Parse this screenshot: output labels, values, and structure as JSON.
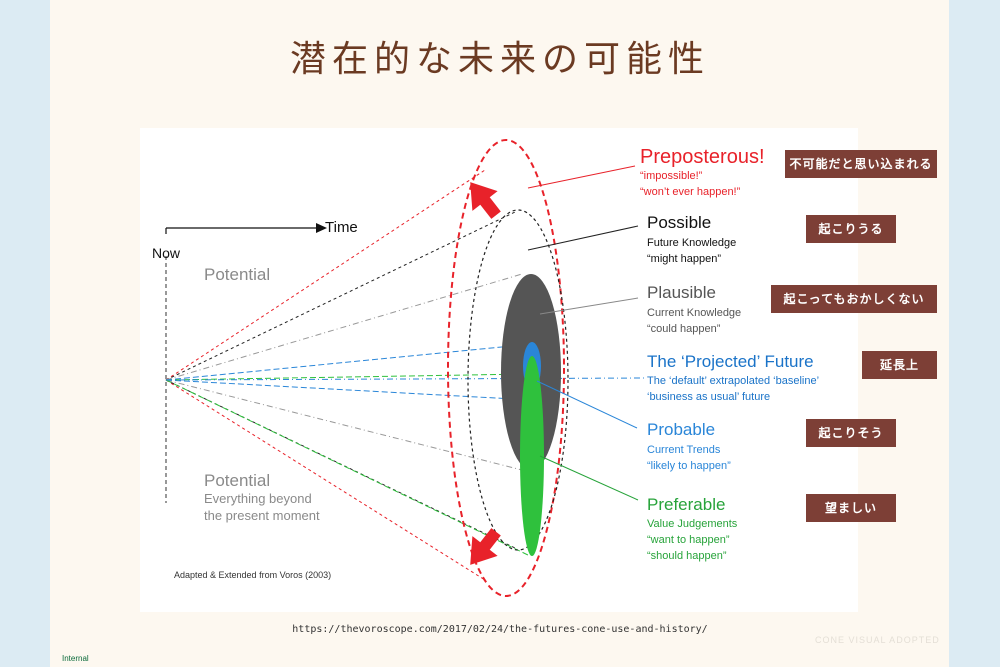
{
  "slide": {
    "title": "潜在的な未来の可能性",
    "source_url": "https://thevoroscope.com/2017/02/24/the-futures-cone-use-and-history/",
    "internal_label": "Internal",
    "faint_watermark": "CONE VISUAL ADOPTED"
  },
  "diagram": {
    "time_label": "Time",
    "now_label": "Now",
    "potential_top": "Potential",
    "potential_bottom": "Potential",
    "potential_bottom_sub1": "Everything beyond",
    "potential_bottom_sub2": "the present moment",
    "credit": "Adapted & Extended from Voros (2003)",
    "categories": [
      {
        "title": "Preposterous!",
        "line1": "“impossible!”",
        "line2": "“won’t ever happen!”",
        "color": "#e8222a",
        "badge": "不可能だと思い込まれる"
      },
      {
        "title": "Possible",
        "line1": "Future Knowledge",
        "line2": "“might happen”",
        "color": "#111111",
        "badge": "起こりうる"
      },
      {
        "title": "Plausible",
        "line1": "Current Knowledge",
        "line2": "“could happen”",
        "color": "#555555",
        "badge": "起こってもおかしくない"
      },
      {
        "title": "The ‘Projected’ Future",
        "line1": "The ‘default’ extrapolated ‘baseline’",
        "line2": "‘business as usual’ future",
        "color": "#1a73c8",
        "badge": "延長上"
      },
      {
        "title": "Probable",
        "line1": "Current Trends",
        "line2": "“likely to happen”",
        "color": "#2a86d8",
        "badge": "起こりそう"
      },
      {
        "title": "Preferable",
        "line1": "Value Judgements",
        "line2": "“want to happen”",
        "line3": "“should happen”",
        "color": "#27a33a",
        "badge": "望ましい"
      }
    ]
  },
  "colors": {
    "badge_bg": "#7d3f36",
    "title": "#6b3a22",
    "red": "#e8222a",
    "blue": "#2a86d8",
    "green": "#2fc13d",
    "gray_cone": "#555555"
  }
}
